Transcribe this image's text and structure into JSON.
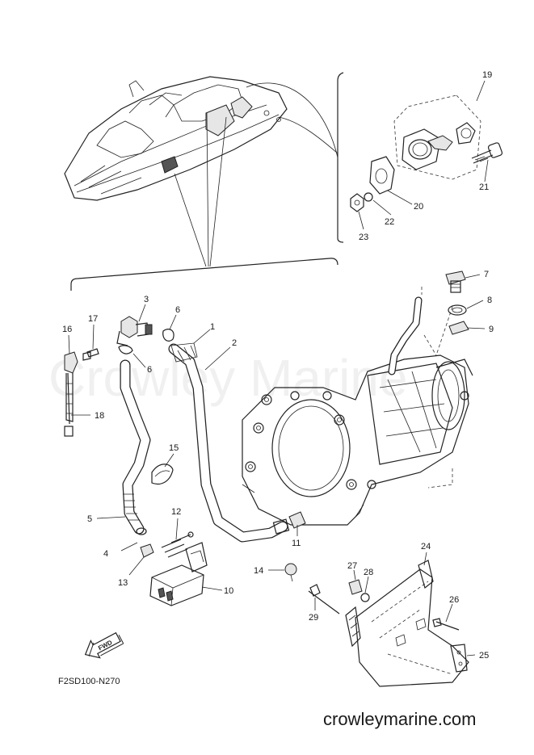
{
  "diagram_code": "F2SD100-N270",
  "watermark": "Crowley Marine",
  "site_url": "crowleymarine.com",
  "direction_label": "FWD",
  "callouts": [
    "1",
    "2",
    "3",
    "4",
    "5",
    "6",
    "6",
    "7",
    "8",
    "9",
    "10",
    "11",
    "12",
    "13",
    "14",
    "15",
    "16",
    "17",
    "18",
    "19",
    "20",
    "21",
    "22",
    "23",
    "24",
    "25",
    "26",
    "27",
    "28",
    "29"
  ]
}
